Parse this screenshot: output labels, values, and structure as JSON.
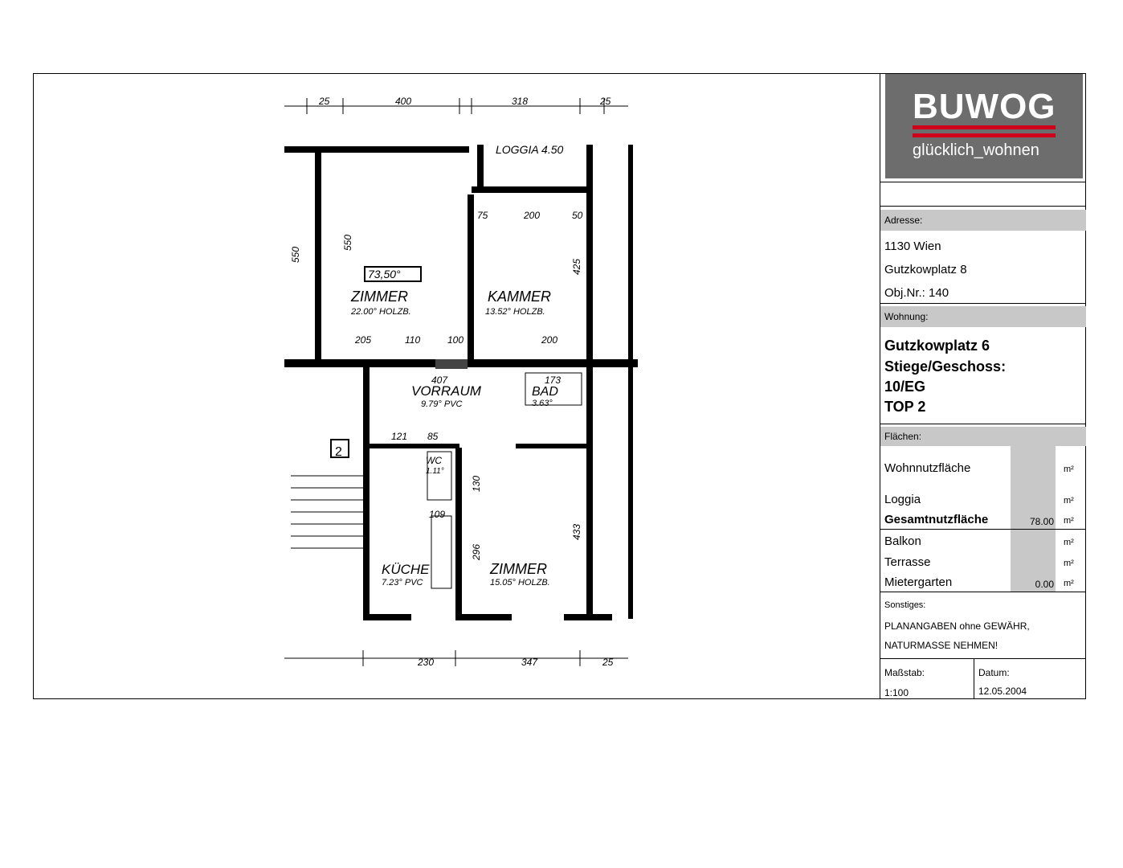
{
  "logo": {
    "brand": "BUWOG",
    "slogan": "glücklich_wohnen"
  },
  "address": {
    "label": "Adresse:",
    "line1": "1130 Wien",
    "line2": "Gutzkowplatz 8",
    "line3": "Obj.Nr.: 140"
  },
  "unit": {
    "label": "Wohnung:",
    "line1": "Gutzkowplatz 6",
    "line2": "Stiege/Geschoss:",
    "line3": "10/EG",
    "line4": "TOP 2"
  },
  "areas": {
    "label": "Flächen:",
    "unit_symbol": "m²",
    "wohnnutz": "Wohnnutzfläche",
    "loggia": "Loggia",
    "gesamt": "Gesamtnutzfläche",
    "gesamt_value": "78.00",
    "balkon": "Balkon",
    "terrasse": "Terrasse",
    "mietergarten": "Mietergarten",
    "mietergarten_value": "0.00"
  },
  "other": {
    "label": "Sonstiges:",
    "line1": "PLANANGABEN ohne GEWÄHR,",
    "line2": "NATURMASSE NEHMEN!"
  },
  "footer": {
    "scale_label": "Maßstab:",
    "scale_value": "1:100",
    "date_label": "Datum:",
    "date_value": "12.05.2004"
  },
  "plan": {
    "rooms": {
      "zimmer1": "ZIMMER",
      "zimmer1_detail": "22.00° HOLZB.",
      "kammer": "KAMMER",
      "kammer_detail": "13.52° HOLZB.",
      "vorraum": "VORRAUM",
      "vorraum_detail": "9.79° PVC",
      "bad": "BAD",
      "bad_detail": "3.63°",
      "wc": "WC",
      "wc_detail": "1.11°",
      "kueche": "KÜCHE",
      "kueche_detail": "7.23° PVC",
      "zimmer2": "ZIMMER",
      "zimmer2_detail": "15.05° HOLZB.",
      "loggia": "LOGGIA 4.50",
      "total_box": "73,50°",
      "stair_no": "2"
    },
    "dims": {
      "d1": "25",
      "d2": "400",
      "d3": "318",
      "d4": "25",
      "d5": "550",
      "d6": "550",
      "d7": "75",
      "d8": "200",
      "d9": "50",
      "d10": "425",
      "d11": "205",
      "d12": "110",
      "d13": "100",
      "d14": "200",
      "d15": "407",
      "d16": "173",
      "d17": "121",
      "d18": "85",
      "d19": "130",
      "d20": "109",
      "d21": "296",
      "d22": "433",
      "d23": "230",
      "d24": "347",
      "d25": "25"
    }
  }
}
